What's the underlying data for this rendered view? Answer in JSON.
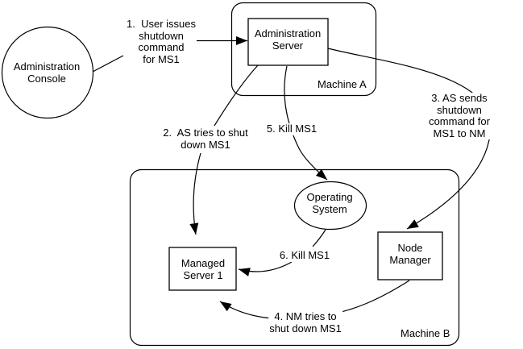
{
  "diagram": {
    "background": "#ffffff",
    "stroke_color": "#000000",
    "text_color": "#000000",
    "nodes": {
      "admin_console": [
        "Administration",
        "Console"
      ],
      "admin_server": [
        "Administration",
        "Server"
      ],
      "operating_system": [
        "Operating",
        "System"
      ],
      "managed_server_1": [
        "Managed",
        "Server 1"
      ],
      "node_manager": [
        "Node",
        "Manager"
      ]
    },
    "machine_labels": {
      "machine_a": "Machine A",
      "machine_b": "Machine B"
    },
    "step_labels": {
      "step1": [
        "1.  User issues",
        "shutdown",
        "command",
        "for MS1"
      ],
      "step2": [
        "2.  AS tries to shut",
        "down MS1"
      ],
      "step3": [
        "3. AS sends shutdown",
        "command for MS1 to NM"
      ],
      "step4": [
        "4. NM tries to",
        "shut down MS1"
      ],
      "step5": [
        "5. Kill MS1"
      ],
      "step6": [
        "6. Kill MS1"
      ]
    }
  }
}
